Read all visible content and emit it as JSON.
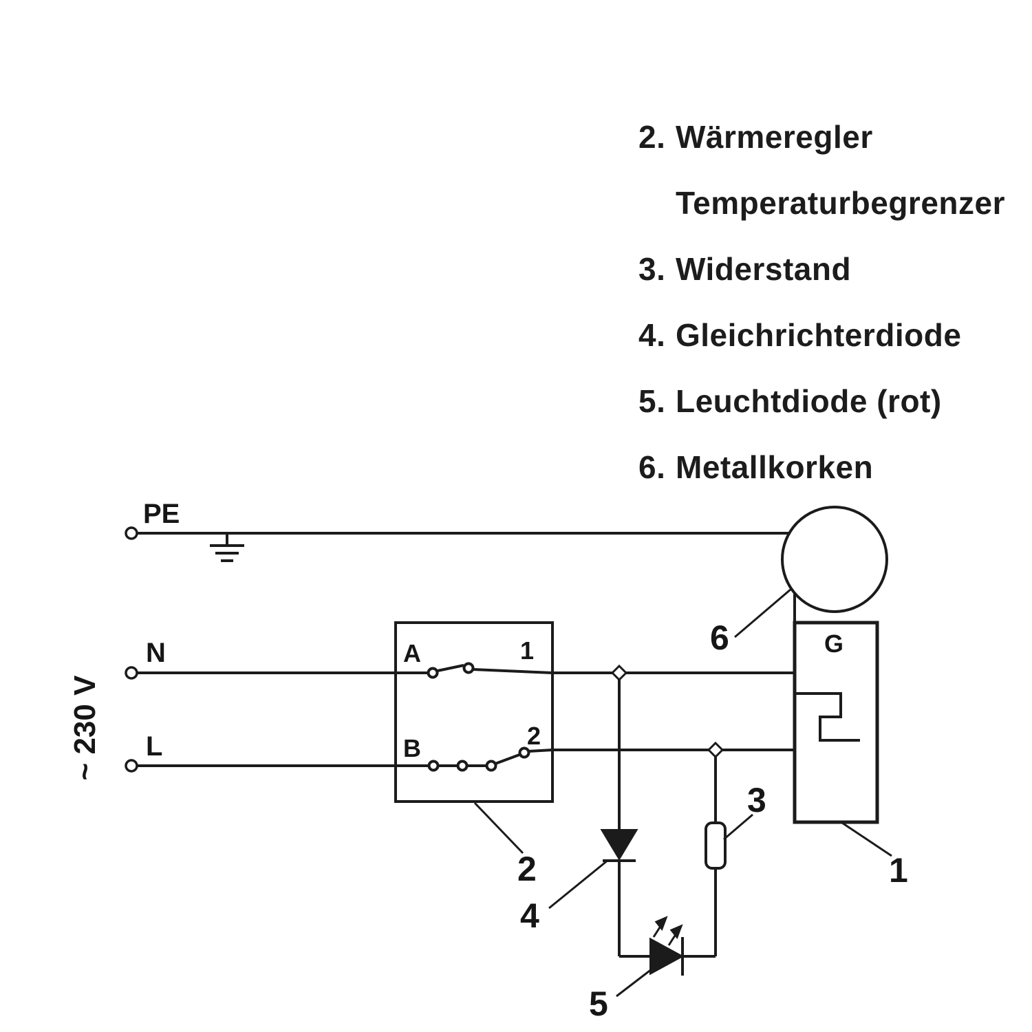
{
  "colors": {
    "line": "#1b1b1b",
    "text": "#161616",
    "background": "#ffffff"
  },
  "legend": {
    "items": [
      {
        "number": "2.",
        "label": "Wärmeregler"
      },
      {
        "number": "",
        "label": "Temperaturbegrenzer"
      },
      {
        "number": "3.",
        "label": "Widerstand"
      },
      {
        "number": "4.",
        "label": "Gleichrichterdiode"
      },
      {
        "number": "5.",
        "label": "Leuchtdiode (rot)"
      },
      {
        "number": "6.",
        "label": "Metallkorken"
      }
    ]
  },
  "diagram": {
    "supply_label": "~ 230 V",
    "pe_label": "PE",
    "n_label": "N",
    "l_label": "L",
    "switch": {
      "a": "A",
      "b": "B",
      "t1": "1",
      "t2": "2"
    },
    "heater_label": "G",
    "callouts": {
      "c1": "1",
      "c2": "2",
      "c3": "3",
      "c4": "4",
      "c5": "5",
      "c6": "6"
    }
  }
}
